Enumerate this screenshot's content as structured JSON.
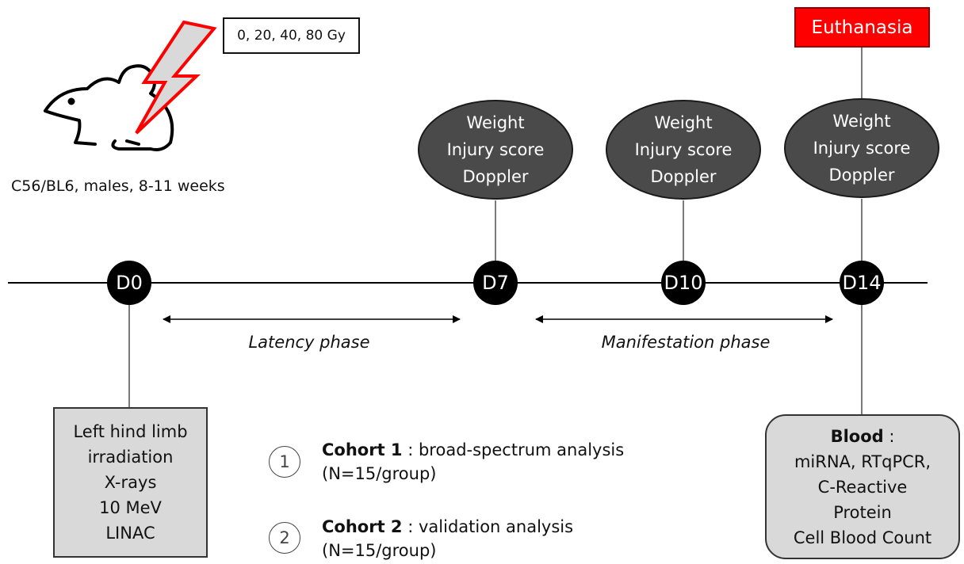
{
  "dose": "0, 20, 40, 80 Gy",
  "strain": "C56/BL6, males, 8-11 weeks",
  "euthanasia": "Euthanasia",
  "timepoints": [
    {
      "label": "D0"
    },
    {
      "label": "D7"
    },
    {
      "label": "D10"
    },
    {
      "label": "D14"
    }
  ],
  "measurements": {
    "d7": [
      "Weight",
      "Injury score",
      "Doppler"
    ],
    "d10": [
      "Weight",
      "Injury score",
      "Doppler"
    ],
    "d14": [
      "Weight",
      "Injury score",
      "Doppler"
    ]
  },
  "phases": {
    "latency": "Latency phase",
    "manifestation": "Manifestation phase"
  },
  "irradiation": [
    "Left hind limb",
    "irradiation",
    "X-rays",
    "10 MeV",
    "LINAC"
  ],
  "blood": {
    "title": "Blood",
    "separator": " :",
    "lines": [
      "miRNA, RTqPCR,",
      "C-Reactive",
      "Protein",
      "Cell Blood Count"
    ]
  },
  "cohorts": [
    {
      "number": "1",
      "name": "Cohort 1",
      "desc": " : broad-spectrum analysis",
      "n": "(N=15/group)"
    },
    {
      "number": "2",
      "name": "Cohort 2",
      "desc": " : validation analysis",
      "n": "(N=15/group)"
    }
  ],
  "colors": {
    "euthanasia": "#ff0000",
    "bolt": "#ff0000",
    "ellipse": "#4a4a4a",
    "box": "#d9d9d9"
  },
  "icons": {
    "mouse": "mouse-icon",
    "bolt": "lightning-bolt-icon"
  }
}
